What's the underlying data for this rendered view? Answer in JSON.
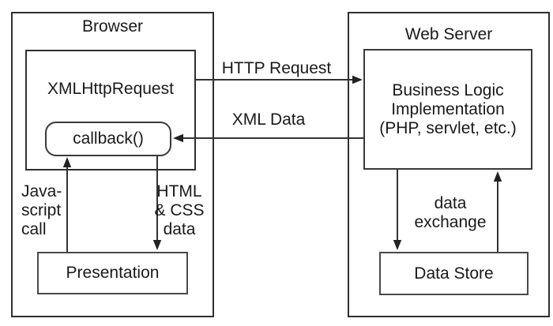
{
  "containers": {
    "browser": {
      "title": "Browser"
    },
    "web_server": {
      "title": "Web Server"
    }
  },
  "nodes": {
    "xmlhttprequest": {
      "label": "XMLHttpRequest"
    },
    "callback": {
      "label": "callback()"
    },
    "presentation": {
      "label": "Presentation"
    },
    "business_logic": {
      "lines": [
        "Business Logic",
        "Implementation",
        "(PHP, servlet, etc.)"
      ]
    },
    "data_store": {
      "label": "Data Store"
    }
  },
  "edges": {
    "http_request": {
      "label": "HTTP Request",
      "from": "XMLHttpRequest",
      "to": "Business Logic Implementation"
    },
    "xml_data": {
      "label": "XML Data",
      "from": "Business Logic Implementation",
      "to": "callback()"
    },
    "javascript_call": {
      "lines": [
        "Java-",
        "script",
        "call"
      ],
      "from": "Presentation",
      "to": "callback()"
    },
    "html_css_data": {
      "lines": [
        "HTML",
        "& CSS",
        "data"
      ],
      "from": "callback()",
      "to": "Presentation"
    },
    "data_exchange": {
      "lines": [
        "data",
        "exchange"
      ],
      "from": "Business Logic Implementation",
      "to": "Data Store",
      "direction": "bidirectional"
    }
  },
  "colors": {
    "background": "#ffffff",
    "line": "#333333",
    "text": "#1a1a1a"
  }
}
